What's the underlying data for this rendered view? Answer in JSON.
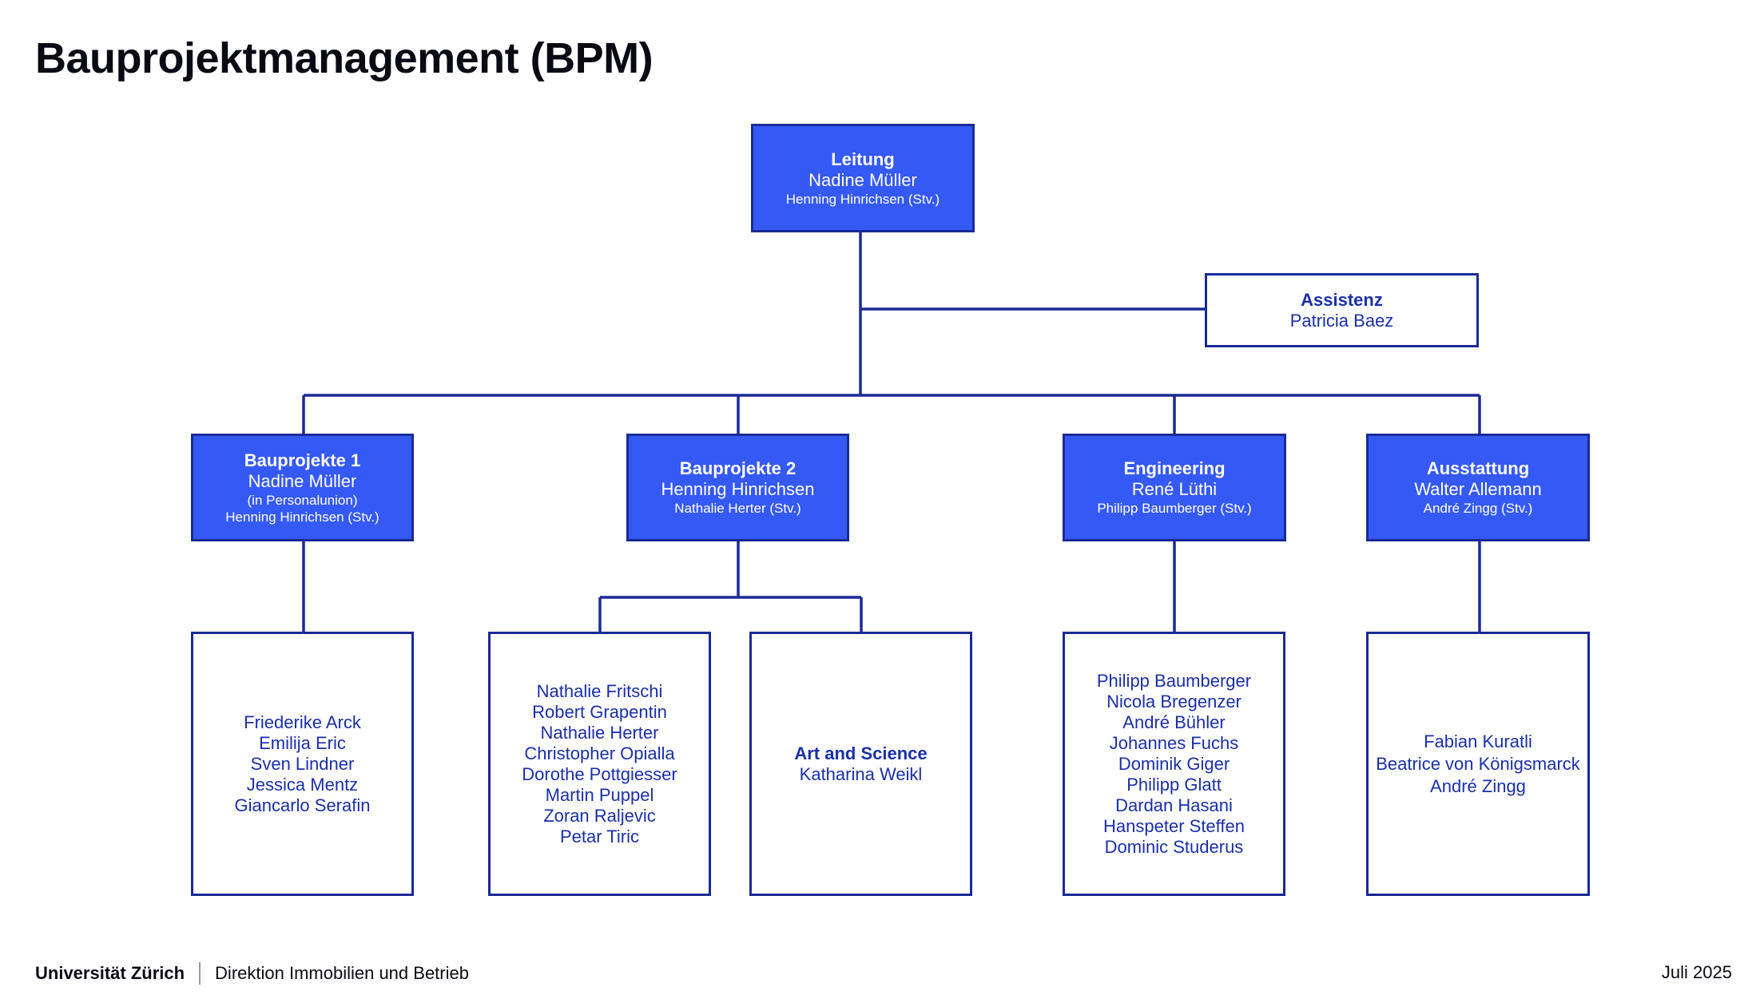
{
  "title": "Bauprojektmanagement (BPM)",
  "colors": {
    "box_fill": "#3559f5",
    "border": "#1a2a96",
    "text_blue": "#1a2fa8"
  },
  "leitung": {
    "title": "Leitung",
    "name": "Nadine Müller",
    "deputy": "Henning Hinrichsen (Stv.)"
  },
  "assistenz": {
    "title": "Assistenz",
    "name": "Patricia Baez"
  },
  "bauprojekte1": {
    "title": "Bauprojekte 1",
    "name": "Nadine Müller",
    "note": "(in Personalunion)",
    "deputy": "Henning Hinrichsen (Stv.)",
    "members": [
      "Friederike Arck",
      "Emilija Eric",
      "Sven Lindner",
      "Jessica Mentz",
      "Giancarlo Serafin"
    ]
  },
  "bauprojekte2": {
    "title": "Bauprojekte 2",
    "name": "Henning Hinrichsen",
    "deputy": "Nathalie Herter (Stv.)",
    "members": [
      "Nathalie Fritschi",
      "Robert Grapentin",
      "Nathalie Herter",
      "Christopher Opialla",
      "Dorothe Pottgiesser",
      "Martin Puppel",
      "Zoran Raljevic",
      "Petar Tiric"
    ],
    "art_science": {
      "title": "Art and Science",
      "name": "Katharina Weikl"
    }
  },
  "engineering": {
    "title": "Engineering",
    "name": "René Lüthi",
    "deputy": "Philipp Baumberger (Stv.)",
    "members": [
      "Philipp Baumberger",
      "Nicola Bregenzer",
      "André Bühler",
      "Johannes Fuchs",
      "Dominik Giger",
      "Philipp Glatt",
      "Dardan Hasani",
      "Hanspeter Steffen",
      "Dominic Studerus"
    ]
  },
  "ausstattung": {
    "title": "Ausstattung",
    "name": "Walter Allemann",
    "deputy": "André Zingg (Stv.)",
    "members": [
      "Fabian Kuratli",
      "Beatrice von Königsmarck",
      "André Zingg"
    ]
  },
  "footer": {
    "university": "Universität Zürich",
    "department": "Direktion Immobilien und Betrieb",
    "date": "Juli 2025"
  }
}
